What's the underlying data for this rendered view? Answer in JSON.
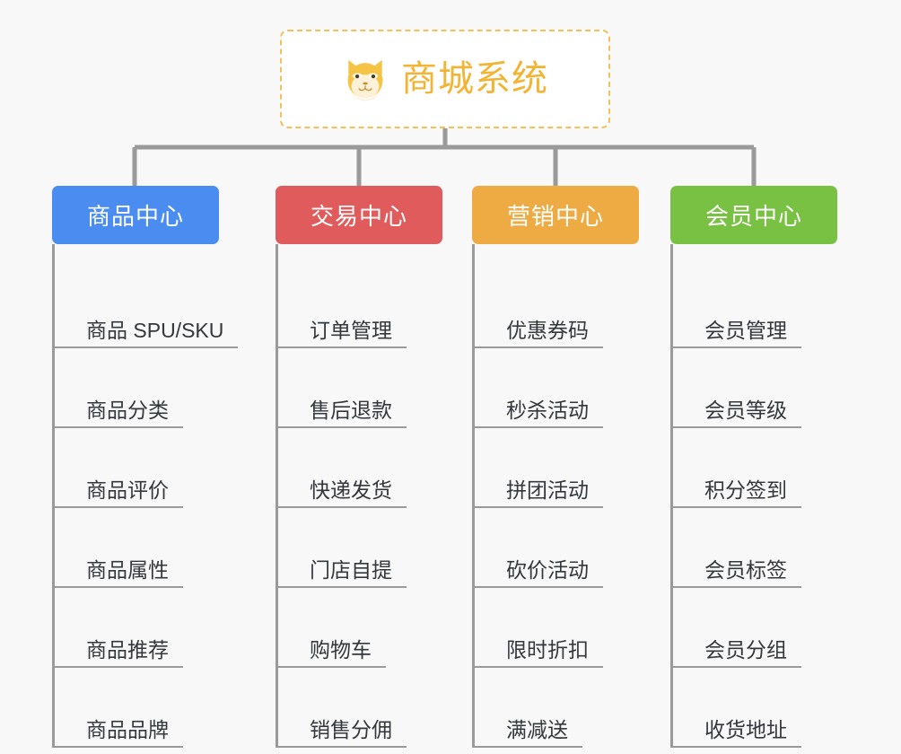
{
  "diagram": {
    "type": "org-chart",
    "background_color": "#f8f8f8",
    "root": {
      "title": "商城系统",
      "icon": "dog-face-icon",
      "text_color": "#f1b434",
      "border_color": "#f3c05a",
      "background_color": "#ffffff"
    },
    "connector_color": "#9a9a9a",
    "columns": [
      {
        "title": "商品中心",
        "color": "#4a8cf0",
        "items": [
          "商品 SPU/SKU",
          "商品分类",
          "商品评价",
          "商品属性",
          "商品推荐",
          "商品品牌"
        ]
      },
      {
        "title": "交易中心",
        "color": "#e05c5c",
        "items": [
          "订单管理",
          "售后退款",
          "快递发货",
          "门店自提",
          "购物车",
          "销售分佣"
        ]
      },
      {
        "title": "营销中心",
        "color": "#eeab43",
        "items": [
          "优惠券码",
          "秒杀活动",
          "拼团活动",
          "砍价活动",
          "限时折扣",
          "满减送"
        ]
      },
      {
        "title": "会员中心",
        "color": "#79c143",
        "items": [
          "会员管理",
          "会员等级",
          "积分签到",
          "会员标签",
          "会员分组",
          "收货地址"
        ]
      }
    ]
  }
}
